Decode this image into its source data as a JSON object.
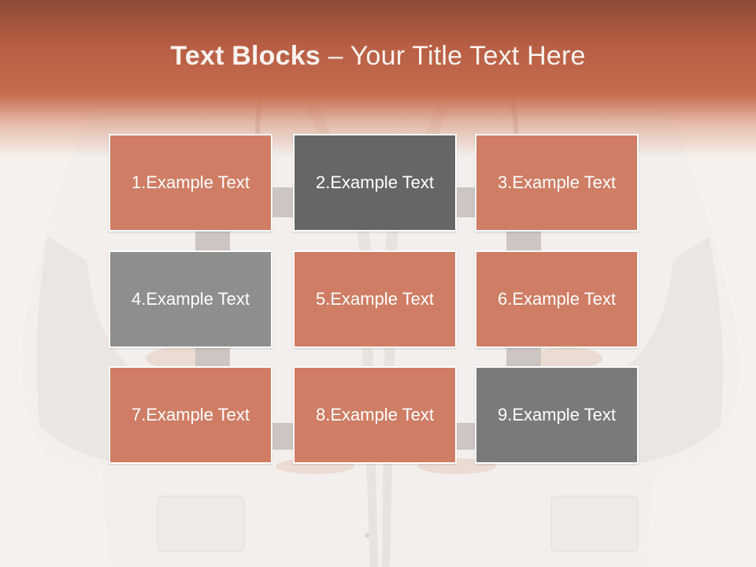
{
  "title": {
    "bold_part": "Text Blocks",
    "dash": " – ",
    "light_part": "Your Title Text Here"
  },
  "blocks": [
    {
      "label": "1.Example Text",
      "color": "#cf7d64"
    },
    {
      "label": "2.Example Text",
      "color": "#666666"
    },
    {
      "label": "3.Example Text",
      "color": "#cf7d64"
    },
    {
      "label": "4.Example Text",
      "color": "#8e8e8e"
    },
    {
      "label": "5.Example Text",
      "color": "#cf7d64"
    },
    {
      "label": "6.Example Text",
      "color": "#cf7d64"
    },
    {
      "label": "7.Example Text",
      "color": "#cf7d64"
    },
    {
      "label": "8.Example Text",
      "color": "#cf7d64"
    },
    {
      "label": "9.Example Text",
      "color": "#7a7a7a"
    }
  ],
  "colors": {
    "accent": "#c56c4f",
    "header_dark": "#8e4a35",
    "background": "#f7f1ed",
    "block_text": "#ffffff"
  }
}
